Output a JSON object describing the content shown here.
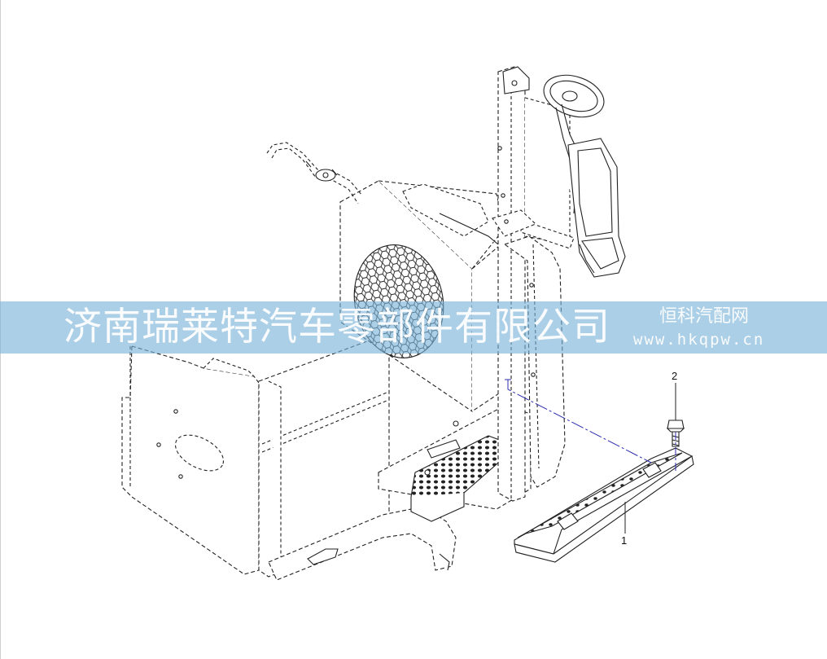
{
  "watermark": {
    "company": "济南瑞莱特汽车零部件有限公司",
    "brand": "恒科汽配网",
    "url": "www.hkqpw.cn"
  },
  "callouts": [
    {
      "label": "1"
    },
    {
      "label": "2"
    }
  ],
  "colors": {
    "line": "#222222",
    "leader": "#2b2bb0",
    "banner": "#78b2d6"
  }
}
